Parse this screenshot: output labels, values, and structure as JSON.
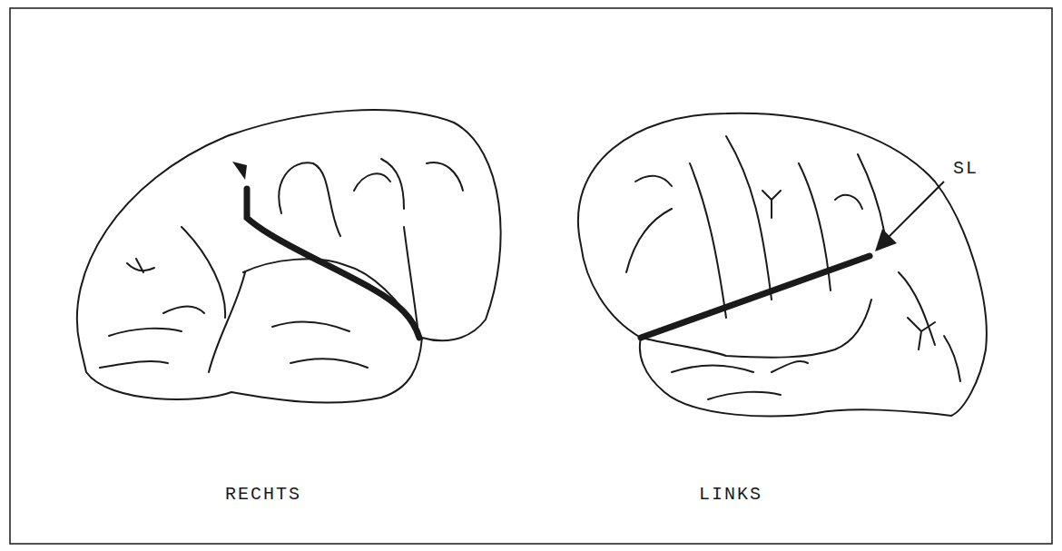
{
  "diagram": {
    "labels": [
      "RECHTS",
      "LINKS",
      "SL"
    ]
  }
}
